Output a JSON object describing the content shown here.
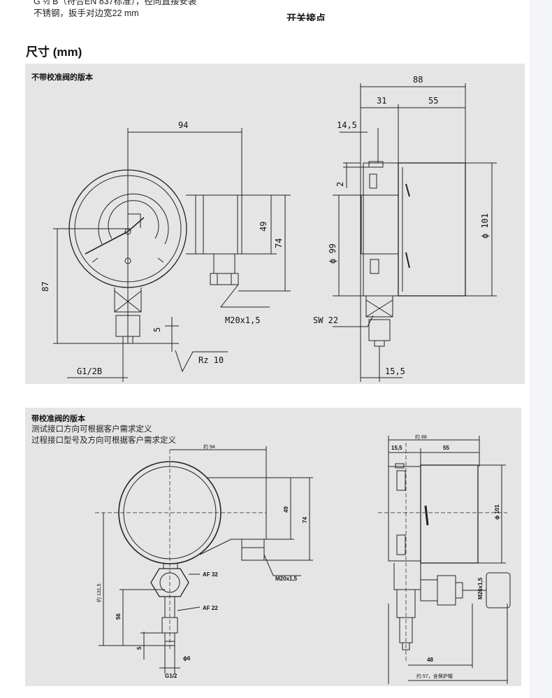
{
  "header": {
    "line1": "G ½ B（符合EN 837标准），径向直接安装",
    "line2": "不锈钢，扳手对边宽22 mm",
    "right_title": "开关接点"
  },
  "section_title": "尺寸 (mm)",
  "panel1": {
    "label": "不带校准阀的版本",
    "dims": {
      "d88": "88",
      "d31": "31",
      "d55": "55",
      "d94": "94",
      "d14_5": "14,5",
      "d2": "2",
      "d49": "49",
      "d74": "74",
      "d87": "87",
      "d99": "ϕ 99",
      "d101": "ϕ 101",
      "d5": "5",
      "m20": "M20x1,5",
      "sw22": "SW 22",
      "rz10": "Rz 10",
      "g12b": "G1/2B",
      "d15_5": "15,5"
    }
  },
  "panel2": {
    "label": "带校准阀的版本",
    "note1": "测试接口方向可根据客户需求定义",
    "note2": "过程接口型号及方向可根据客户需求定义",
    "dims": {
      "d94": "约 94",
      "d88": "约 88",
      "d15_5": "15,5",
      "d55": "55",
      "d49": "49",
      "d74": "74",
      "d101": "ϕ 101",
      "af32": "AF 32",
      "af22": "AF 22",
      "d131": "约 131,5",
      "d56": "56",
      "d5": "5",
      "d6": "ϕ6",
      "g12": "G1/2",
      "m20": "M20x1,5",
      "m26": "M26x1,5",
      "d48": "48",
      "d57": "约 57，含保护帽"
    }
  }
}
